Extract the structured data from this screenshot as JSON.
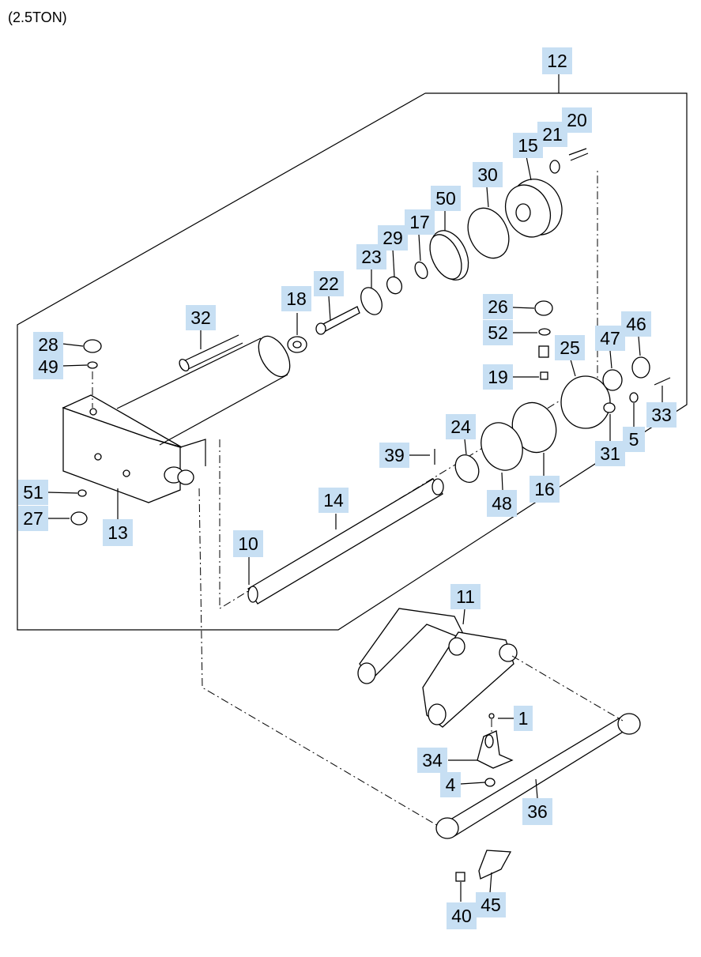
{
  "header": {
    "title": "(2.5TON)"
  },
  "callouts": [
    {
      "id": "12"
    },
    {
      "id": "20"
    },
    {
      "id": "21"
    },
    {
      "id": "15"
    },
    {
      "id": "30"
    },
    {
      "id": "50"
    },
    {
      "id": "17"
    },
    {
      "id": "29"
    },
    {
      "id": "23"
    },
    {
      "id": "22"
    },
    {
      "id": "18"
    },
    {
      "id": "32"
    },
    {
      "id": "28"
    },
    {
      "id": "49"
    },
    {
      "id": "26"
    },
    {
      "id": "52"
    },
    {
      "id": "25"
    },
    {
      "id": "47"
    },
    {
      "id": "46"
    },
    {
      "id": "19"
    },
    {
      "id": "33"
    },
    {
      "id": "24"
    },
    {
      "id": "31"
    },
    {
      "id": "5"
    },
    {
      "id": "39"
    },
    {
      "id": "51"
    },
    {
      "id": "14"
    },
    {
      "id": "48"
    },
    {
      "id": "16"
    },
    {
      "id": "27"
    },
    {
      "id": "13"
    },
    {
      "id": "10"
    },
    {
      "id": "11"
    },
    {
      "id": "1"
    },
    {
      "id": "34"
    },
    {
      "id": "4"
    },
    {
      "id": "36"
    },
    {
      "id": "45"
    },
    {
      "id": "40"
    }
  ]
}
